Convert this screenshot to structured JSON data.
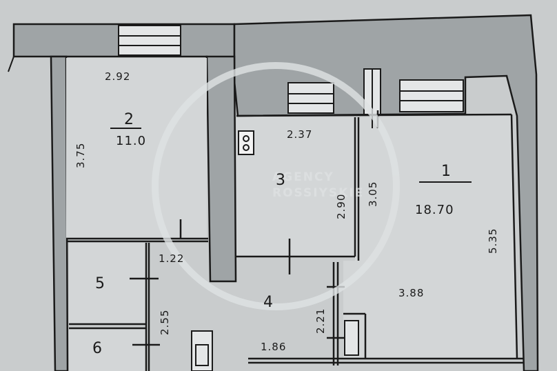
{
  "plan": {
    "rooms": [
      {
        "id": "1",
        "number": "1",
        "area": "18.70"
      },
      {
        "id": "2",
        "number": "2",
        "area": "11.0"
      },
      {
        "id": "3",
        "number": "3"
      },
      {
        "id": "4",
        "number": "4"
      },
      {
        "id": "5",
        "number": "5"
      },
      {
        "id": "6",
        "number": "6"
      }
    ],
    "dimensions": {
      "room2_width": "2.92",
      "room2_height": "3.75",
      "kitchen_width": "2.37",
      "kitchen_height": "2.90",
      "room1_height_left": "3.05",
      "room1_height_right": "5.35",
      "room1_width_lower": "3.88",
      "corridor_width_top": "1.22",
      "corridor_height": "2.55",
      "hall_height": "2.21",
      "hall_width_bottom": "1.86"
    },
    "watermark": [
      "AGENCY",
      "ROSSIYSKIE"
    ],
    "colors": {
      "background": "#c9cccd",
      "wall_fill": "#9fa4a6",
      "line": "#1a1a1a",
      "room_fill": "#d3d6d7"
    }
  }
}
